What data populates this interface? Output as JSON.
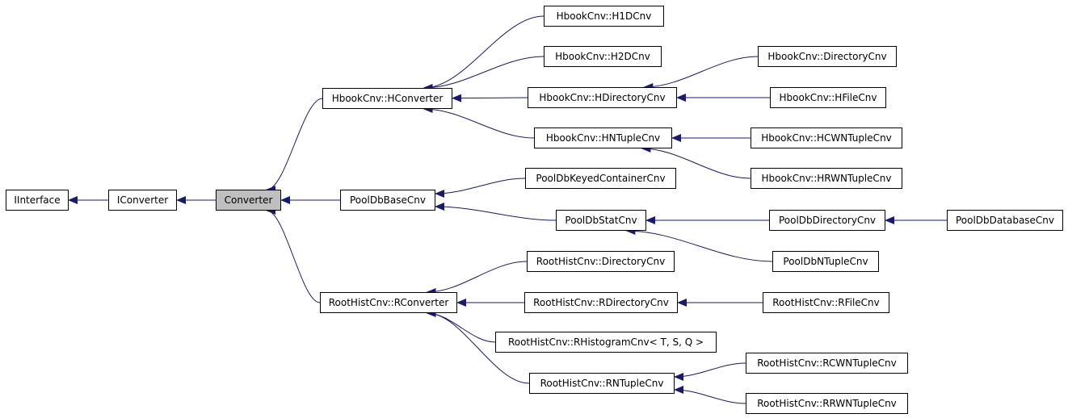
{
  "colors": {
    "edge": "#191970",
    "node_border": "#000000",
    "node_fill": "#ffffff",
    "current_fill": "#bfbfbf"
  },
  "nodes": {
    "iinterface": "IInterface",
    "iconverter": "IConverter",
    "converter": "Converter",
    "hconverter": "HbookCnv::HConverter",
    "h1dcnv": "HbookCnv::H1DCnv",
    "h2dcnv": "HbookCnv::H2DCnv",
    "hdirectorycnv": "HbookCnv::HDirectoryCnv",
    "directorycnv_hbook": "HbookCnv::DirectoryCnv",
    "hfilecnv": "HbookCnv::HFileCnv",
    "hntuplecnv": "HbookCnv::HNTupleCnv",
    "hcwntuplecnv": "HbookCnv::HCWNTupleCnv",
    "hrwntuplecnv": "HbookCnv::HRWNTupleCnv",
    "pooldbbasecnv": "PoolDbBaseCnv",
    "pooldbkeyedcontainercnv": "PoolDbKeyedContainerCnv",
    "pooldbstatcnv": "PoolDbStatCnv",
    "pooldbdirectorycnv": "PoolDbDirectoryCnv",
    "pooldbdatabasecnv": "PoolDbDatabaseCnv",
    "pooldbntuplecnv": "PoolDbNTupleCnv",
    "rconverter": "RootHistCnv::RConverter",
    "directorycnv_root": "RootHistCnv::DirectoryCnv",
    "rdirectorycnv": "RootHistCnv::RDirectoryCnv",
    "rfilecnv": "RootHistCnv::RFileCnv",
    "rhistogramcnv": "RootHistCnv::RHistogramCnv< T, S, Q >",
    "rntuplecnv": "RootHistCnv::RNTupleCnv",
    "rcwntuplecnv": "RootHistCnv::RCWNTupleCnv",
    "rrwntuplecnv": "RootHistCnv::RRWNTupleCnv"
  },
  "edges": [
    [
      "iconverter",
      "iinterface"
    ],
    [
      "converter",
      "iconverter"
    ],
    [
      "hconverter",
      "converter"
    ],
    [
      "pooldbbasecnv",
      "converter"
    ],
    [
      "rconverter",
      "converter"
    ],
    [
      "h1dcnv",
      "hconverter"
    ],
    [
      "h2dcnv",
      "hconverter"
    ],
    [
      "hdirectorycnv",
      "hconverter"
    ],
    [
      "hntuplecnv",
      "hconverter"
    ],
    [
      "directorycnv_hbook",
      "hdirectorycnv"
    ],
    [
      "hfilecnv",
      "hdirectorycnv"
    ],
    [
      "hcwntuplecnv",
      "hntuplecnv"
    ],
    [
      "hrwntuplecnv",
      "hntuplecnv"
    ],
    [
      "pooldbkeyedcontainercnv",
      "pooldbbasecnv"
    ],
    [
      "pooldbstatcnv",
      "pooldbbasecnv"
    ],
    [
      "pooldbdirectorycnv",
      "pooldbstatcnv"
    ],
    [
      "pooldbntuplecnv",
      "pooldbstatcnv"
    ],
    [
      "pooldbdatabasecnv",
      "pooldbdirectorycnv"
    ],
    [
      "directorycnv_root",
      "rconverter"
    ],
    [
      "rdirectorycnv",
      "rconverter"
    ],
    [
      "rhistogramcnv",
      "rconverter"
    ],
    [
      "rntuplecnv",
      "rconverter"
    ],
    [
      "rfilecnv",
      "rdirectorycnv"
    ],
    [
      "rcwntuplecnv",
      "rntuplecnv"
    ],
    [
      "rrwntuplecnv",
      "rntuplecnv"
    ]
  ]
}
